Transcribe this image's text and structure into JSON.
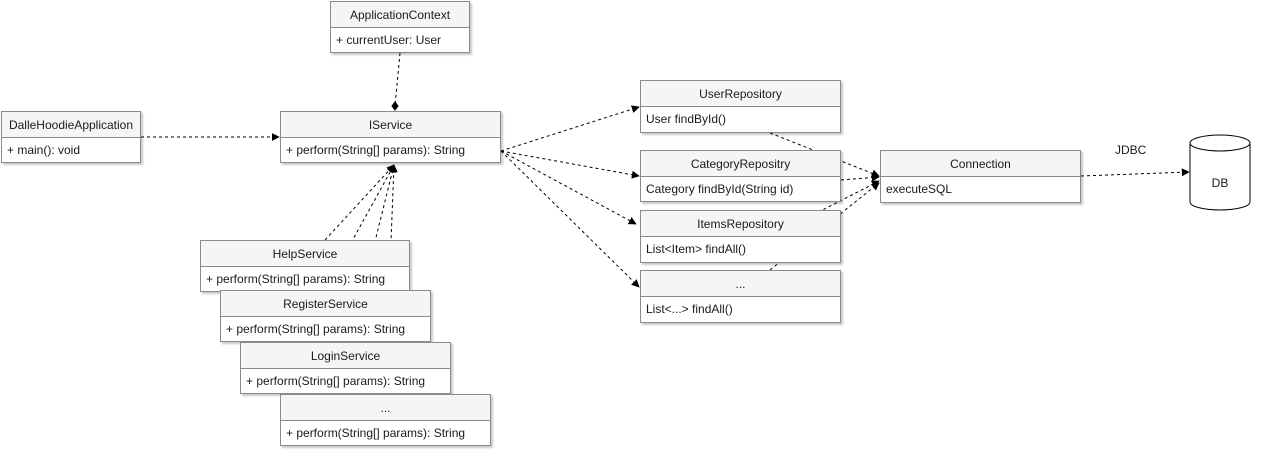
{
  "classes": {
    "application_context": {
      "name": "ApplicationContext",
      "member": "+ currentUser: User"
    },
    "dalle_hoodie_application": {
      "name": "DalleHoodieApplication",
      "member": "+ main(): void"
    },
    "iservice": {
      "name": "IService",
      "member": "+ perform(String[] params): String"
    },
    "help_service": {
      "name": "HelpService",
      "member": "+ perform(String[] params): String"
    },
    "register_service": {
      "name": "RegisterService",
      "member": "+ perform(String[] params): String"
    },
    "login_service": {
      "name": "LoginService",
      "member": "+ perform(String[] params): String"
    },
    "more_services": {
      "name": "...",
      "member": "+ perform(String[] params): String"
    },
    "user_repository": {
      "name": "UserRepository",
      "member": "User findById()"
    },
    "category_repository": {
      "name": "CategoryRepositry",
      "member": "Category findById(String id)"
    },
    "items_repository": {
      "name": "ItemsRepository",
      "member": "List<Item> findAll()"
    },
    "more_repositories": {
      "name": "...",
      "member": "List<...> findAll()"
    },
    "connection": {
      "name": "Connection",
      "member": "executeSQL"
    }
  },
  "database": {
    "label": "DB"
  },
  "jdbc_label": "JDBC",
  "colors": {
    "line": "#000000",
    "box_border": "#8a8a8a",
    "header_fill": "#f5f5f5"
  }
}
